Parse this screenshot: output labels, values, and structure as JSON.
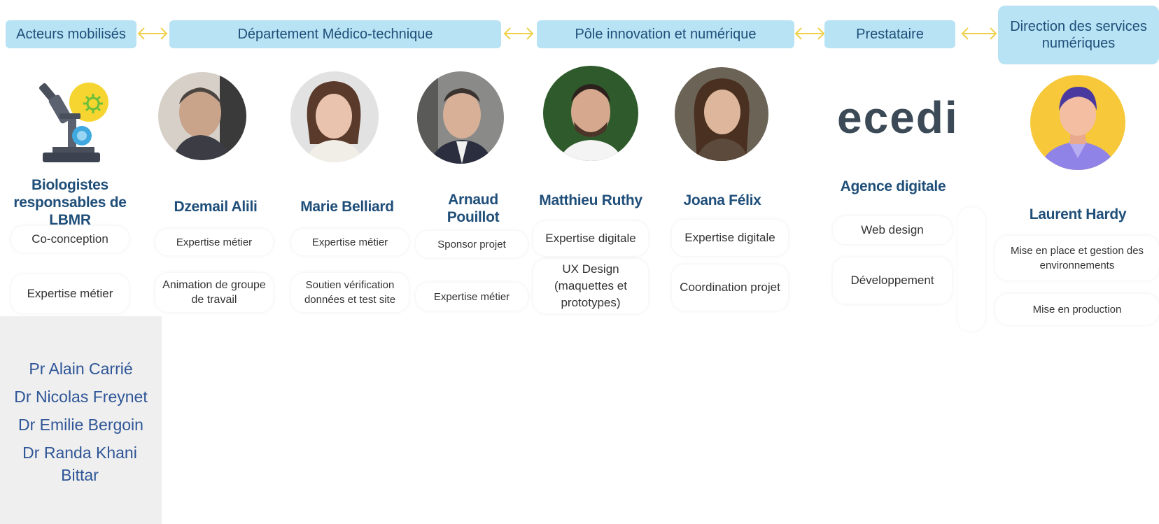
{
  "headers": {
    "acteurs": "Acteurs mobilisés",
    "medico": "Département Médico-technique",
    "pole": "Pôle innovation et numérique",
    "prestataire": "Prestataire",
    "direction": "Direction des services numériques"
  },
  "groups": {
    "biologists": {
      "name": "Biologistes responsables de LBMR",
      "roles": [
        "Co-conception",
        "Expertise métier"
      ],
      "icon": "microscope-icon"
    },
    "alili": {
      "name": "Dzemail Alili",
      "roles": [
        "Expertise métier",
        "Animation de groupe de travail"
      ]
    },
    "belliard": {
      "name": "Marie Belliard",
      "roles": [
        "Expertise métier",
        "Soutien vérification données et test site"
      ]
    },
    "pouillot": {
      "name": "Arnaud Pouillot",
      "roles": [
        "Sponsor projet",
        "Expertise métier"
      ]
    },
    "ruthy": {
      "name": "Matthieu Ruthy",
      "roles": [
        "Expertise digitale",
        "UX Design (maquettes et prototypes)"
      ]
    },
    "felix": {
      "name": "Joana Félix",
      "roles": [
        "Expertise digitale",
        "Coordination projet"
      ]
    },
    "ecedi": {
      "logo": "ecedi",
      "name": "Agence digitale",
      "roles": [
        "Web design",
        "Développement"
      ]
    },
    "hardy": {
      "name": "Laurent Hardy",
      "roles": [
        "Mise en place et gestion des environnements",
        "Mise en production"
      ],
      "icon": "user-avatar-icon"
    }
  },
  "doctors": [
    "Pr Alain Carrié",
    "Dr Nicolas Freynet",
    "Dr Emilie Bergoin",
    "Dr Randa Khani Bittar"
  ],
  "colors": {
    "header_bg": "#b7e3f4",
    "header_text": "#1f4e79",
    "name_text": "#1f4e79",
    "arrow": "#f0d04a",
    "doctor_text": "#2e5597"
  }
}
